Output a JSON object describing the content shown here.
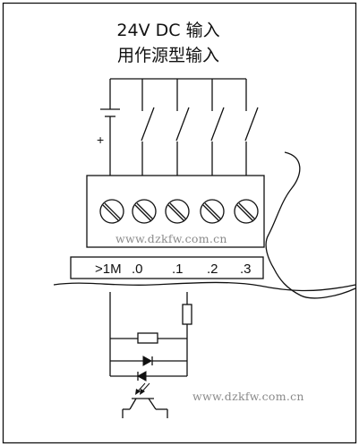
{
  "title": {
    "line1": "24V DC 输入",
    "line2": "用作源型输入"
  },
  "power_polarity": "+",
  "terminals": [
    ">1M",
    ".0",
    ".1",
    ".2",
    ".3"
  ],
  "watermarks": [
    "www.dzkfw.com.cn",
    "www.dzkfw.com.cn"
  ]
}
